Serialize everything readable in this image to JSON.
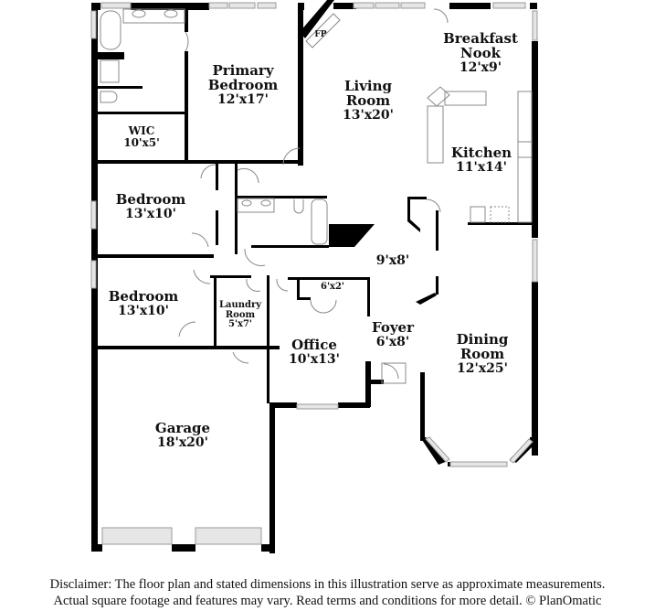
{
  "rooms": [
    {
      "id": "primary-bedroom",
      "name_line1": "Primary",
      "name_line2": "Bedroom",
      "dims": "12'x17'"
    },
    {
      "id": "wic",
      "name": "WIC",
      "dims": "10'x5'"
    },
    {
      "id": "living-room",
      "name_line1": "Living",
      "name_line2": "Room",
      "dims": "13'x20'"
    },
    {
      "id": "breakfast-nook",
      "name_line1": "Breakfast",
      "name_line2": "Nook",
      "dims": "12'x9'"
    },
    {
      "id": "kitchen",
      "name": "Kitchen",
      "dims": "11'x14'"
    },
    {
      "id": "bedroom-1",
      "name": "Bedroom",
      "dims": "13'x10'"
    },
    {
      "id": "bedroom-2",
      "name": "Bedroom",
      "dims": "13'x10'"
    },
    {
      "id": "hall",
      "dims": "9'x8'"
    },
    {
      "id": "closet",
      "dims": "6'x2'"
    },
    {
      "id": "laundry-room",
      "name_line1": "Laundry",
      "name_line2": "Room",
      "dims": "5'x7'"
    },
    {
      "id": "foyer",
      "name": "Foyer",
      "dims": "6'x8'"
    },
    {
      "id": "office",
      "name": "Office",
      "dims": "10'x13'"
    },
    {
      "id": "dining-room",
      "name_line1": "Dining",
      "name_line2": "Room",
      "dims": "12'x25'"
    },
    {
      "id": "garage",
      "name": "Garage",
      "dims": "18'x20'"
    }
  ],
  "fixtures": {
    "fireplace": "FP"
  },
  "disclaimer": {
    "line1": "Disclaimer: The floor plan and stated dimensions in this illustration serve as approximate measurements.",
    "line2": "Actual square footage and features may vary. Read terms and conditions for more detail. © PlanOmatic"
  },
  "colors": {
    "wall": "#000000",
    "window": "#cfcfcf",
    "fixture": "#9a9a9a",
    "background": "#ffffff"
  }
}
